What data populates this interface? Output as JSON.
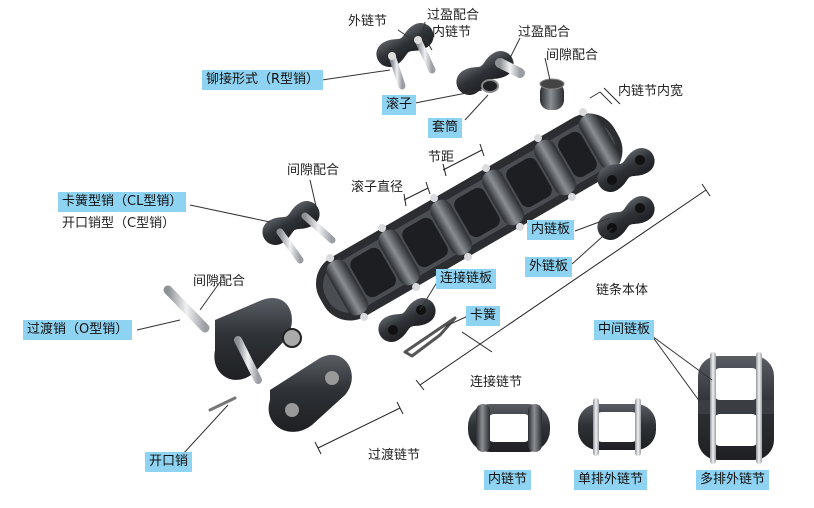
{
  "labels": {
    "outer_link": "外链节",
    "interference_fit_1": "过盈配合",
    "inner_link_top": "内链节",
    "interference_fit_2": "过盈配合",
    "clearance_fit_top": "间隙配合",
    "inner_width": "内链节内宽",
    "riveted_type": "铆接形式（R型销）",
    "roller": "滚子",
    "bushing": "套筒",
    "pitch": "节距",
    "roller_diameter": "滚子直径",
    "clearance_fit_mid": "间隙配合",
    "spring_clip_type": "卡簧型销（CL型销）",
    "cotter_type": "开口销型（C型销）",
    "inner_plate": "内链板",
    "outer_plate": "外链板",
    "chain_body": "链条本体",
    "connecting_plate": "连接链板",
    "spring_clip": "卡簧",
    "clearance_fit_low": "间隙配合",
    "offset_pin": "过渡销（O型销）",
    "connecting_link": "连接链节",
    "middle_plate": "中间链板",
    "cotter_pin": "开口销",
    "offset_link": "过渡链节",
    "inner_link_bottom": "内链节",
    "single_outer_link": "单排外链节",
    "multi_outer_link": "多排外链节"
  },
  "colors": {
    "label_box": "#8fd3f2",
    "steel_dark": "#3a3d42",
    "steel_mid": "#6b6f75",
    "steel_light": "#c9ccd0",
    "leader_line": "#333333"
  }
}
